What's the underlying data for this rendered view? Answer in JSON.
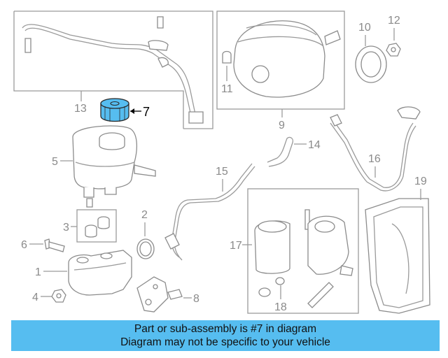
{
  "highlight_color": "#56bdf0",
  "callouts": {
    "c1": "1",
    "c2": "2",
    "c3": "3",
    "c4": "4",
    "c5": "5",
    "c6": "6",
    "c7": "7",
    "c8": "8",
    "c9": "9",
    "c10": "10",
    "c11": "11",
    "c12": "12",
    "c13": "13",
    "c14": "14",
    "c15": "15",
    "c16": "16",
    "c17": "17",
    "c18": "18",
    "c19": "19"
  },
  "banner": {
    "line1": "Part or sub-assembly is #7 in diagram",
    "line2": "Diagram may not be specific to your vehicle"
  }
}
